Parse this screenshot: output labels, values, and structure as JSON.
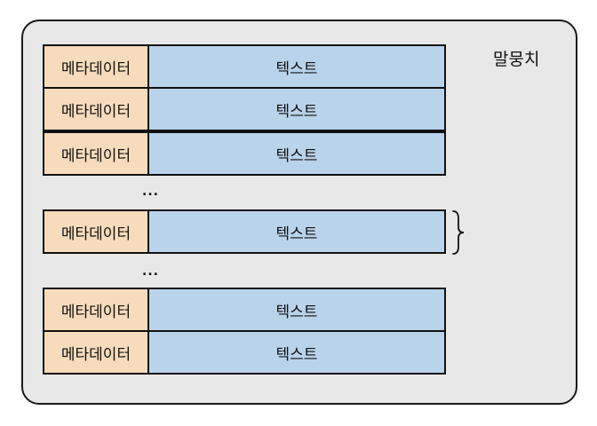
{
  "corpus": {
    "label": "말뭉치"
  },
  "documents": [
    {
      "metadata": "메타데이터",
      "text": "텍스트"
    },
    {
      "metadata": "메타데이터",
      "text": "텍스트"
    },
    {
      "metadata": "메타데이터",
      "text": "텍스트"
    },
    {
      "metadata": "메타데이터",
      "text": "텍스트"
    },
    {
      "metadata": "메타데이터",
      "text": "텍스트"
    },
    {
      "metadata": "메타데이터",
      "text": "텍스트"
    }
  ],
  "ellipsis": "...",
  "colors": {
    "corpus_bg": "#e8e8e8",
    "metadata_bg": "#f6dcbc",
    "text_bg": "#b9d3ea",
    "border": "#111111"
  },
  "icons": {
    "document_brace": "right-curly-brace"
  }
}
